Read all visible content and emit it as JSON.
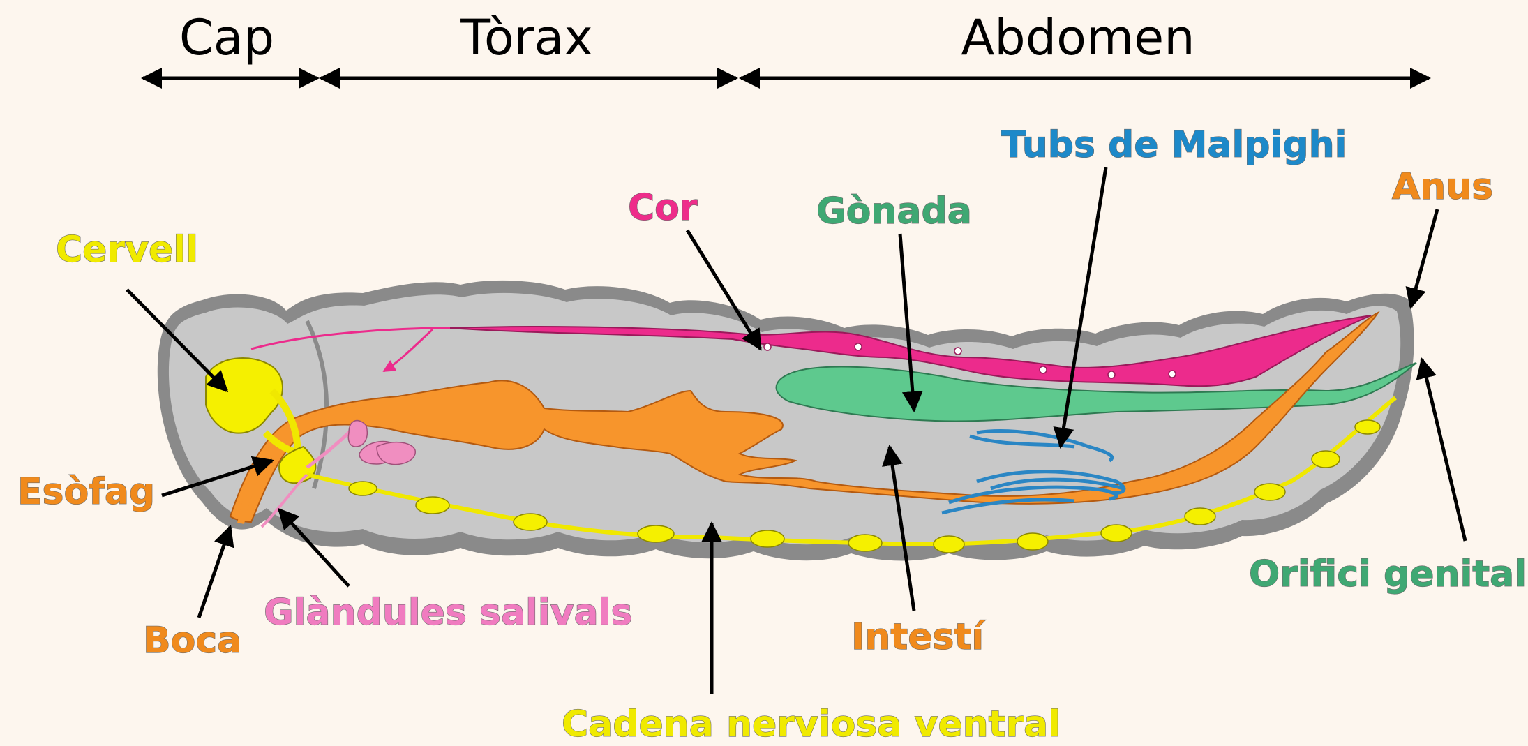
{
  "regions": {
    "cap": "Cap",
    "torax": "Tòrax",
    "abdomen": "Abdomen"
  },
  "labels": {
    "cervell": "Cervell",
    "esofag": "Esòfag",
    "boca": "Boca",
    "glandules": "Glàndules salivals",
    "cor": "Cor",
    "gonada": "Gònada",
    "tubs": "Tubs de Malpighi",
    "anus": "Anus",
    "orifici": "Orifici genital",
    "intesti": "Intestí",
    "cadena": "Cadena nerviosa ventral"
  },
  "colors": {
    "background": "#fdf6ee",
    "body_fill": "#c8c8c8",
    "body_outline": "#7a7a7a",
    "brain": "#f5f000",
    "nerve": "#f0e800",
    "heart": "#ec2b8c",
    "gonad": "#5ec98e",
    "gut": "#f7952c",
    "malpighi": "#2a86c4",
    "salivary": "#f08ec0",
    "label_yellow": "#f0ea00",
    "label_orange": "#f08a1c",
    "label_pink": "#ee2d8a",
    "label_green": "#3fa873",
    "label_blue": "#1d89c9",
    "label_lightpink": "#f07cc0"
  }
}
